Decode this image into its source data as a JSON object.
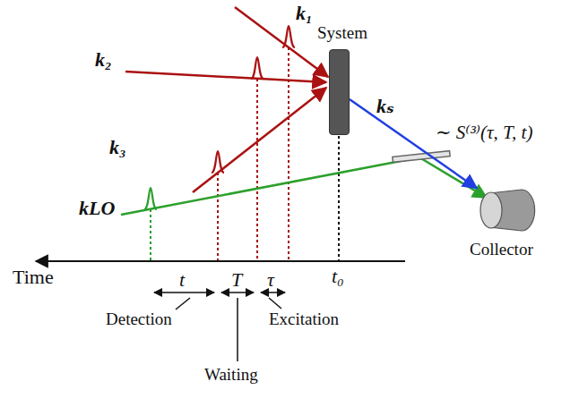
{
  "diagram": {
    "nodes": [
      {
        "text": [
          "System"
        ]
      },
      {
        "text": [
          "Collector"
        ]
      }
    ],
    "edges": [
      {
        "from": 0,
        "to": 1,
        "arrow": "to",
        "label": "kₛ"
      }
    ],
    "labels": [
      "k₁",
      "k₂",
      "k₃",
      "kLO",
      "∼ S⁽³⁾(τ, T, t)",
      "Time",
      "t₀",
      "t",
      "T",
      "τ",
      "Detection",
      "Waiting",
      "Excitation"
    ]
  }
}
